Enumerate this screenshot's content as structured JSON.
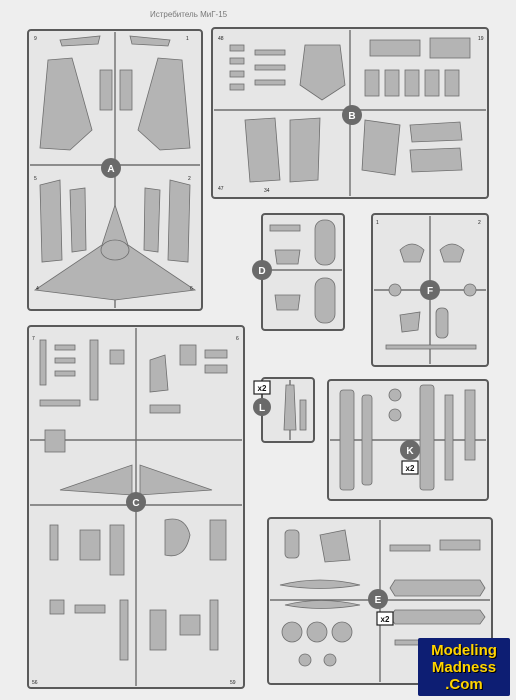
{
  "header": {
    "text": "Истребитель МиГ-15"
  },
  "sprues": [
    {
      "id": "A",
      "label": "A"
    },
    {
      "id": "B",
      "label": "B"
    },
    {
      "id": "C",
      "label": "C"
    },
    {
      "id": "D",
      "label": "D"
    },
    {
      "id": "E",
      "label": "E",
      "multiplier": "x2"
    },
    {
      "id": "F",
      "label": "F"
    },
    {
      "id": "K",
      "label": "K",
      "multiplier": "x2"
    },
    {
      "id": "L",
      "label": "L",
      "multiplier": "x2"
    }
  ],
  "watermark": {
    "line1": "Modeling",
    "line2": "Madness",
    "line3": ".Com"
  },
  "colors": {
    "plastic": "#b4b4b4",
    "frame": "#5a5a5a",
    "badge": "#6a6a6a",
    "watermark_bg": "#0d1e73",
    "watermark_text": "#ffd400"
  }
}
